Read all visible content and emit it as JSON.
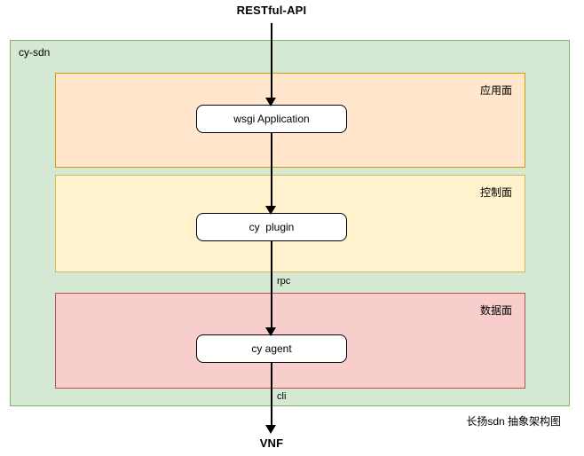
{
  "diagram": {
    "caption": "长扬sdn 抽象架构图",
    "container": {
      "title": "cy-sdn",
      "fill": "#d5e8d4",
      "stroke": "#82b366"
    },
    "endpoints": {
      "top": "RESTful-API",
      "bottom": "VNF"
    },
    "planes": [
      {
        "id": "application",
        "label": "应用面",
        "fill": "#ffe6cc",
        "stroke": "#d79b00",
        "node": "wsgi Application"
      },
      {
        "id": "control",
        "label": "控制面",
        "fill": "#fff2cc",
        "stroke": "#d6b656",
        "node": "cy  plugin"
      },
      {
        "id": "data",
        "label": "数据面",
        "fill": "#f8cecc",
        "stroke": "#b85450",
        "node": "cy agent"
      }
    ],
    "edges": [
      {
        "id": "api-to-wsgi",
        "label": ""
      },
      {
        "id": "wsgi-to-plugin",
        "label": ""
      },
      {
        "id": "plugin-to-agent",
        "label": "rpc"
      },
      {
        "id": "agent-to-vnf",
        "label": "cli"
      }
    ]
  }
}
